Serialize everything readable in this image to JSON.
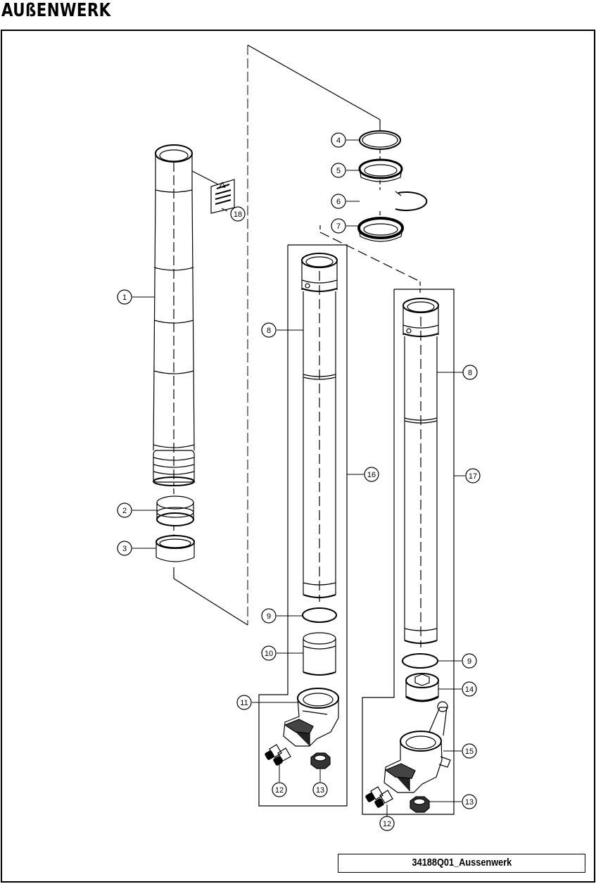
{
  "title": "AUßENWERK",
  "reference": "34188Q01_Aussenwerk",
  "callouts": [
    {
      "id": "c1",
      "label": "1"
    },
    {
      "id": "c2",
      "label": "2"
    },
    {
      "id": "c3",
      "label": "3"
    },
    {
      "id": "c4",
      "label": "4"
    },
    {
      "id": "c5",
      "label": "5"
    },
    {
      "id": "c6",
      "label": "6"
    },
    {
      "id": "c7",
      "label": "7"
    },
    {
      "id": "c8a",
      "label": "8"
    },
    {
      "id": "c8b",
      "label": "8"
    },
    {
      "id": "c9a",
      "label": "9"
    },
    {
      "id": "c9b",
      "label": "9"
    },
    {
      "id": "c10",
      "label": "10"
    },
    {
      "id": "c11",
      "label": "11"
    },
    {
      "id": "c12a",
      "label": "12"
    },
    {
      "id": "c12b",
      "label": "12"
    },
    {
      "id": "c13a",
      "label": "13"
    },
    {
      "id": "c13b",
      "label": "13"
    },
    {
      "id": "c14",
      "label": "14"
    },
    {
      "id": "c15",
      "label": "15"
    },
    {
      "id": "c16",
      "label": "16"
    },
    {
      "id": "c17",
      "label": "17"
    },
    {
      "id": "c18",
      "label": "18"
    }
  ]
}
